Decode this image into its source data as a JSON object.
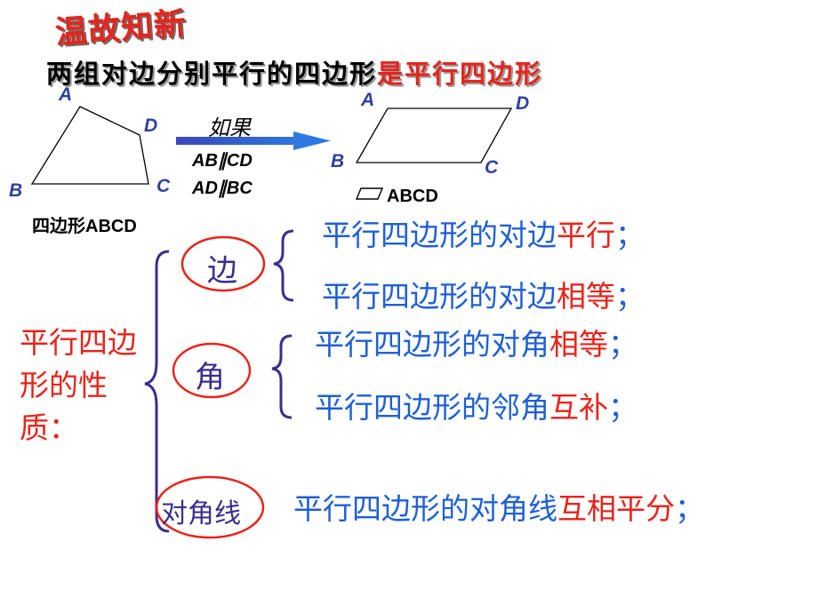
{
  "slide": {
    "title": "温故知新",
    "headline": {
      "black": "两组对边分别平行的四边形",
      "red": "是平行四边形"
    }
  },
  "figure_left": {
    "vertices": {
      "A": "A",
      "B": "B",
      "C": "C",
      "D": "D"
    },
    "caption": "四边形ABCD"
  },
  "arrow": {
    "label": "如果",
    "conditions": [
      "AB∥CD",
      "AD∥BC"
    ]
  },
  "figure_right": {
    "vertices": {
      "A": "A",
      "B": "B",
      "C": "C",
      "D": "D"
    },
    "caption": "ABCD"
  },
  "properties": {
    "side_label": "平行四边形的性质：",
    "categories": [
      {
        "name": "边",
        "items": [
          {
            "blue": "平行四边形的对边",
            "red": "平行",
            "end": "；"
          },
          {
            "blue": "平行四边形的对边",
            "red": "相等",
            "end": "；"
          }
        ]
      },
      {
        "name": "角",
        "items": [
          {
            "blue": "平行四边形的对角",
            "red": "相等",
            "end": "；"
          },
          {
            "blue": "平行四边形的邻角",
            "red": "互补",
            "end": "；"
          }
        ]
      },
      {
        "name": "对角线",
        "items": [
          {
            "blue": "平行四边形的对角线",
            "red": "互相平分",
            "end": "；"
          }
        ]
      }
    ]
  },
  "colors": {
    "red": "#e8231b",
    "blue": "#1f5fd6",
    "brace": "#3a2e8c",
    "ellipse": "#e8231b",
    "arrow": "#2e56c8"
  }
}
